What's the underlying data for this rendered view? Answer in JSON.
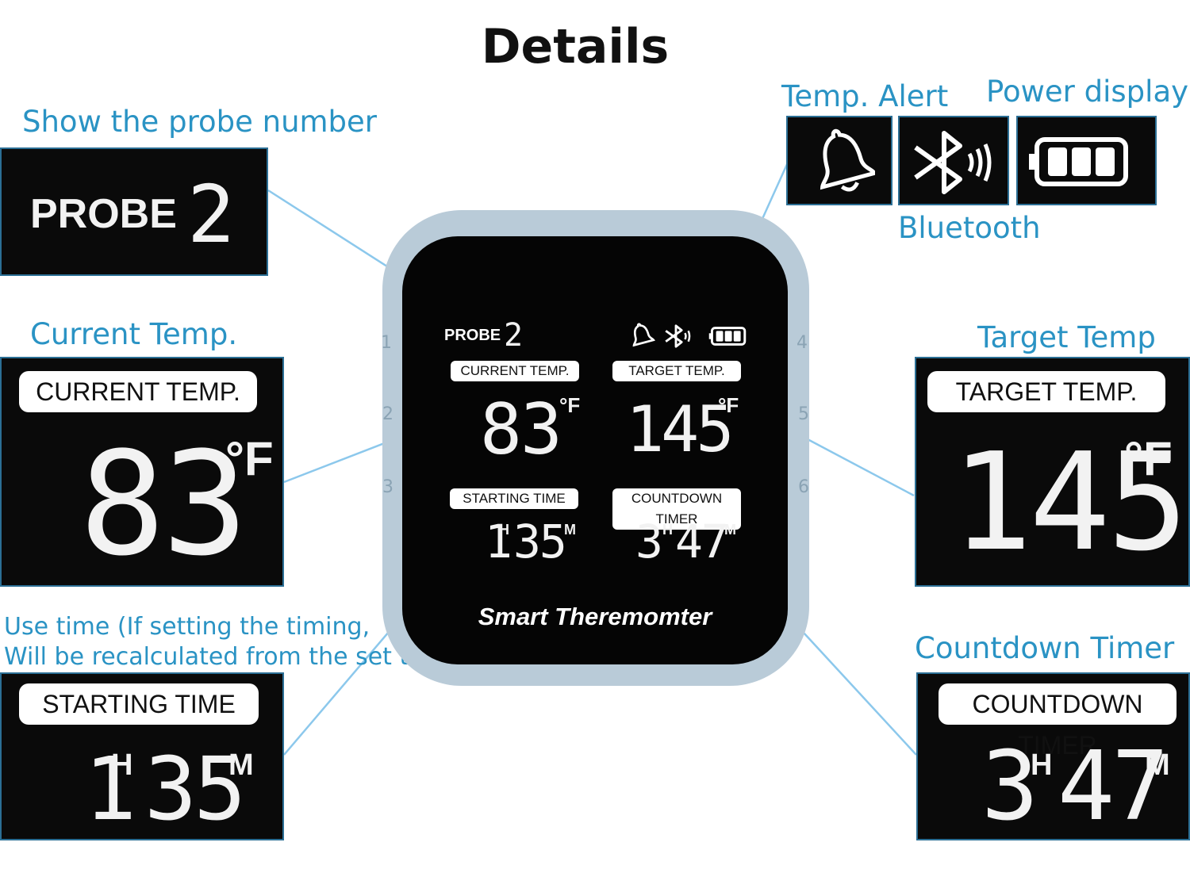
{
  "title": "Details",
  "labels": {
    "probe_number": "Show the probe number",
    "temp_alert": "Temp. Alert",
    "power_display": "Power display",
    "bluetooth": "Bluetooth",
    "current_temp": "Current Temp.",
    "target_temp": "Target Temp",
    "use_time_line1": "Use time (If setting the timing,",
    "use_time_line2": "Will be recalculated from the set time)",
    "countdown_timer": "Countdown Timer"
  },
  "device": {
    "brand": "Smart Theremomter",
    "probe_label": "PROBE",
    "probe_number": "2",
    "side_numbers_left": [
      "1",
      "2",
      "3"
    ],
    "side_numbers_right": [
      "4",
      "5",
      "6"
    ],
    "current_temp_label": "CURRENT TEMP.",
    "current_temp_value": "83",
    "target_temp_label": "TARGET TEMP.",
    "target_temp_value": "145",
    "temp_unit": "°F",
    "starting_time_label": "STARTING TIME",
    "starting_hours": "1",
    "starting_minutes": "35",
    "countdown_label": "COUNTDOWN TIMER",
    "countdown_hours": "3",
    "countdown_minutes": "47",
    "hour_unit": "H",
    "minute_unit": "M"
  },
  "colors": {
    "label_blue": "#2a93c4",
    "pointer_blue": "#8cc8ec",
    "frame": "#b9cbd8"
  },
  "icons": [
    "bell-icon",
    "bluetooth-icon",
    "battery-icon"
  ]
}
